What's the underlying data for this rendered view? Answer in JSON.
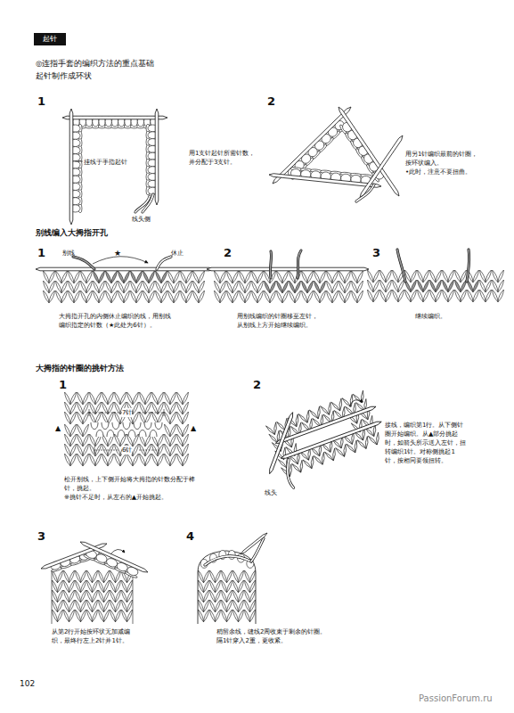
{
  "diagram": {
    "title": "起针",
    "labels": [
      "◎连指手套的编织方法的重点基础",
      "起针制作成环状",
      "1",
      "挂线于手指起针",
      "线头侧",
      "用1支针起针所需针数，并分配于3支针。",
      "2",
      "用另1针编织最前的针圈，按环状编入。",
      "•此时，注意不要扭曲。",
      "别线编入大拇指开孔",
      "1",
      "别线",
      "★",
      "休止",
      "大拇指开孔的内侧休止编织的线，用别线编织指定的针数（★此处为6针）。",
      "2",
      "用别线编织的针圈移至左针，从别线上方开始继续编织。",
      "3",
      "继续编织。",
      "大拇指的针圈的挑针方法",
      "1",
      "7针",
      "▲",
      "▲",
      "6针",
      "松开别线，上下侧开始将大拇指的针数分配于棒针，挑起。",
      "※挑针不足时，从左右的▲开始挑起。",
      "2",
      "接线，编织第1行。从下侧针圈开始编织。从▲部分挑起时，如箭头所示送入左针，扭转编织1针。对称侧挑起1针，按相同要领扭转。",
      "线头",
      "3",
      "从第2行开始按环状无加减编织，最终行左上2针并1针。",
      "4",
      "稍留余线，缝线2周收束于剩余的针圈。隔1针穿入2重，更收紧。",
      "102",
      "PassionForum.ru"
    ]
  }
}
